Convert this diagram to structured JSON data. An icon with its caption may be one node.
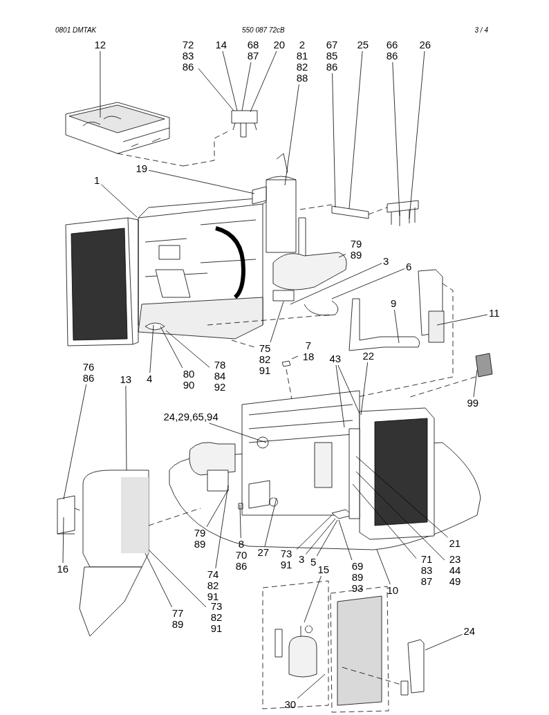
{
  "diagram": {
    "nodes": [
      {
        "text": [
          "12"
        ]
      },
      {
        "text": [
          "72 83 86"
        ]
      },
      {
        "text": [
          "14"
        ]
      },
      {
        "text": [
          "68 87"
        ]
      },
      {
        "text": [
          "20"
        ]
      },
      {
        "text": [
          "2 81 82 88"
        ]
      },
      {
        "text": [
          "67 85 86"
        ]
      },
      {
        "text": [
          "25"
        ]
      },
      {
        "text": [
          "66 86"
        ]
      },
      {
        "text": [
          "26"
        ]
      },
      {
        "text": [
          "19"
        ]
      },
      {
        "text": [
          "1"
        ]
      },
      {
        "text": [
          "79 89"
        ]
      },
      {
        "text": [
          "3"
        ]
      },
      {
        "text": [
          "6"
        ]
      },
      {
        "text": [
          "9"
        ]
      },
      {
        "text": [
          "11"
        ]
      },
      {
        "text": [
          "4"
        ]
      },
      {
        "text": [
          "80 90"
        ]
      },
      {
        "text": [
          "78 84 92"
        ]
      },
      {
        "text": [
          "75 82 91"
        ]
      },
      {
        "text": [
          "7 18"
        ]
      },
      {
        "text": [
          "43"
        ]
      },
      {
        "text": [
          "22"
        ]
      },
      {
        "text": [
          "99"
        ]
      },
      {
        "text": [
          "76 86"
        ]
      },
      {
        "text": [
          "13"
        ]
      },
      {
        "text": [
          "24,29,65,94"
        ]
      },
      {
        "text": [
          "79 89"
        ]
      },
      {
        "text": [
          "74 82 91"
        ]
      },
      {
        "text": [
          "8 70 86"
        ]
      },
      {
        "text": [
          "27"
        ]
      },
      {
        "text": [
          "73 91"
        ]
      },
      {
        "text": [
          "3"
        ]
      },
      {
        "text": [
          "5"
        ]
      },
      {
        "text": [
          "15"
        ]
      },
      {
        "text": [
          "69 89 93"
        ]
      },
      {
        "text": [
          "10"
        ]
      },
      {
        "text": [
          "21"
        ]
      },
      {
        "text": [
          "71 83 87"
        ]
      },
      {
        "text": [
          "23 44 49"
        ]
      },
      {
        "text": [
          "16"
        ]
      },
      {
        "text": [
          "77 89"
        ]
      },
      {
        "text": [
          "73 82 91"
        ]
      },
      {
        "text": [
          "24"
        ]
      },
      {
        "text": [
          "30"
        ]
      }
    ],
    "edges": [
      {
        "from": 0,
        "to": null,
        "arrow": "none"
      },
      {
        "from": 1,
        "to": null,
        "arrow": "none"
      },
      {
        "from": 2,
        "to": null,
        "arrow": "none"
      },
      {
        "from": 3,
        "to": null,
        "arrow": "none"
      },
      {
        "from": 4,
        "to": null,
        "arrow": "none"
      },
      {
        "from": 5,
        "to": null,
        "arrow": "none"
      },
      {
        "from": 6,
        "to": null,
        "arrow": "none"
      },
      {
        "from": 7,
        "to": null,
        "arrow": "none"
      },
      {
        "from": 8,
        "to": null,
        "arrow": "none"
      },
      {
        "from": 9,
        "to": null,
        "arrow": "none"
      },
      {
        "from": 10,
        "to": null,
        "arrow": "none"
      },
      {
        "from": 11,
        "to": null,
        "arrow": "none"
      },
      {
        "from": 12,
        "to": null,
        "arrow": "none"
      },
      {
        "from": 13,
        "to": null,
        "arrow": "none"
      },
      {
        "from": 14,
        "to": null,
        "arrow": "none"
      },
      {
        "from": 15,
        "to": null,
        "arrow": "none"
      },
      {
        "from": 16,
        "to": null,
        "arrow": "none"
      },
      {
        "from": 17,
        "to": null,
        "arrow": "none"
      },
      {
        "from": 18,
        "to": null,
        "arrow": "none"
      },
      {
        "from": 19,
        "to": null,
        "arrow": "none"
      },
      {
        "from": 20,
        "to": null,
        "arrow": "none"
      },
      {
        "from": 21,
        "to": null,
        "arrow": "none"
      },
      {
        "from": 22,
        "to": null,
        "arrow": "none"
      },
      {
        "from": 22,
        "to": null,
        "arrow": "none"
      },
      {
        "from": 23,
        "to": null,
        "arrow": "none"
      },
      {
        "from": 24,
        "to": null,
        "arrow": "none"
      },
      {
        "from": 25,
        "to": null,
        "arrow": "none"
      },
      {
        "from": 26,
        "to": null,
        "arrow": "none"
      },
      {
        "from": 27,
        "to": null,
        "arrow": "none"
      },
      {
        "from": 28,
        "to": null,
        "arrow": "none"
      },
      {
        "from": 29,
        "to": null,
        "arrow": "none"
      },
      {
        "from": 30,
        "to": null,
        "arrow": "none"
      },
      {
        "from": 31,
        "to": null,
        "arrow": "none"
      },
      {
        "from": 32,
        "to": null,
        "arrow": "none"
      },
      {
        "from": 33,
        "to": null,
        "arrow": "none"
      },
      {
        "from": 34,
        "to": null,
        "arrow": "none"
      },
      {
        "from": 35,
        "to": null,
        "arrow": "none"
      },
      {
        "from": 36,
        "to": null,
        "arrow": "none"
      },
      {
        "from": 37,
        "to": null,
        "arrow": "none"
      },
      {
        "from": 38,
        "to": null,
        "arrow": "none"
      },
      {
        "from": 39,
        "to": null,
        "arrow": "none"
      },
      {
        "from": 40,
        "to": null,
        "arrow": "none"
      },
      {
        "from": 41,
        "to": null,
        "arrow": "none"
      },
      {
        "from": 42,
        "to": null,
        "arrow": "none"
      },
      {
        "from": 43,
        "to": null,
        "arrow": "none"
      },
      {
        "from": 44,
        "to": null,
        "arrow": "none"
      },
      {
        "from": 45,
        "to": null,
        "arrow": "none"
      }
    ],
    "labels": [
      "0801   DMTAK",
      "550 087 72cB",
      "3 / 4"
    ]
  }
}
